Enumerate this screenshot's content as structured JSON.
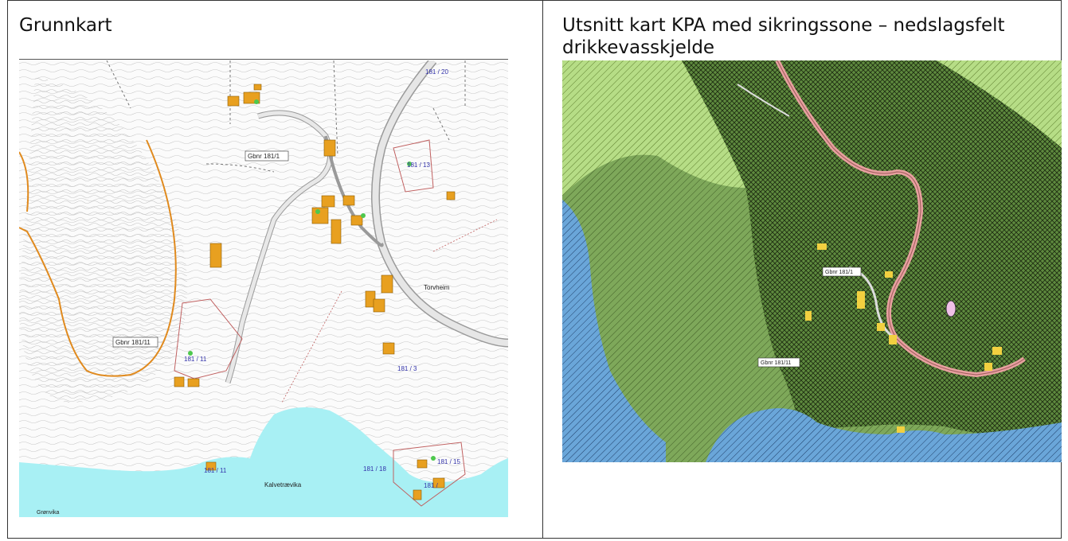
{
  "left_cell": {
    "title": "Grunnkart",
    "labels": {
      "gbnr_181_1": "Gbnr 181/1",
      "gbnr_181_11": "Gbnr 181/11",
      "plot_181_11_a": "181 / 11",
      "plot_181_11_b": "181 / 11",
      "plot_181_3": "181 / 3",
      "plot_181_20": "181 / 20",
      "plot_181_13": "181 / 13",
      "plot_181_15": "181 / 15",
      "plot_181_18": "181 / 18",
      "plot_181_x": "181 /",
      "torvheim": "Torvheim",
      "kalvetraevika": "Kalvetrævika",
      "gronvika": "Grønvika"
    }
  },
  "right_cell": {
    "title_line1": "Utsnitt kart KPA med sikringssone – nedslagsfelt",
    "title_line2": "drikkevasskjelde",
    "labels": {
      "gbnr_181_1": "Gbnr 181/1",
      "gbnr_181_11": "Gbnr 181/11"
    }
  },
  "colors": {
    "sea_left": "#a8f0f4",
    "sea_right": "#6aa6d9",
    "zone_dark_green": "#6f9b4a",
    "zone_light_green": "#b6dd86",
    "road": "#e8a0a0",
    "building": "#e8a020",
    "contour_orange": "#e08a1e"
  }
}
